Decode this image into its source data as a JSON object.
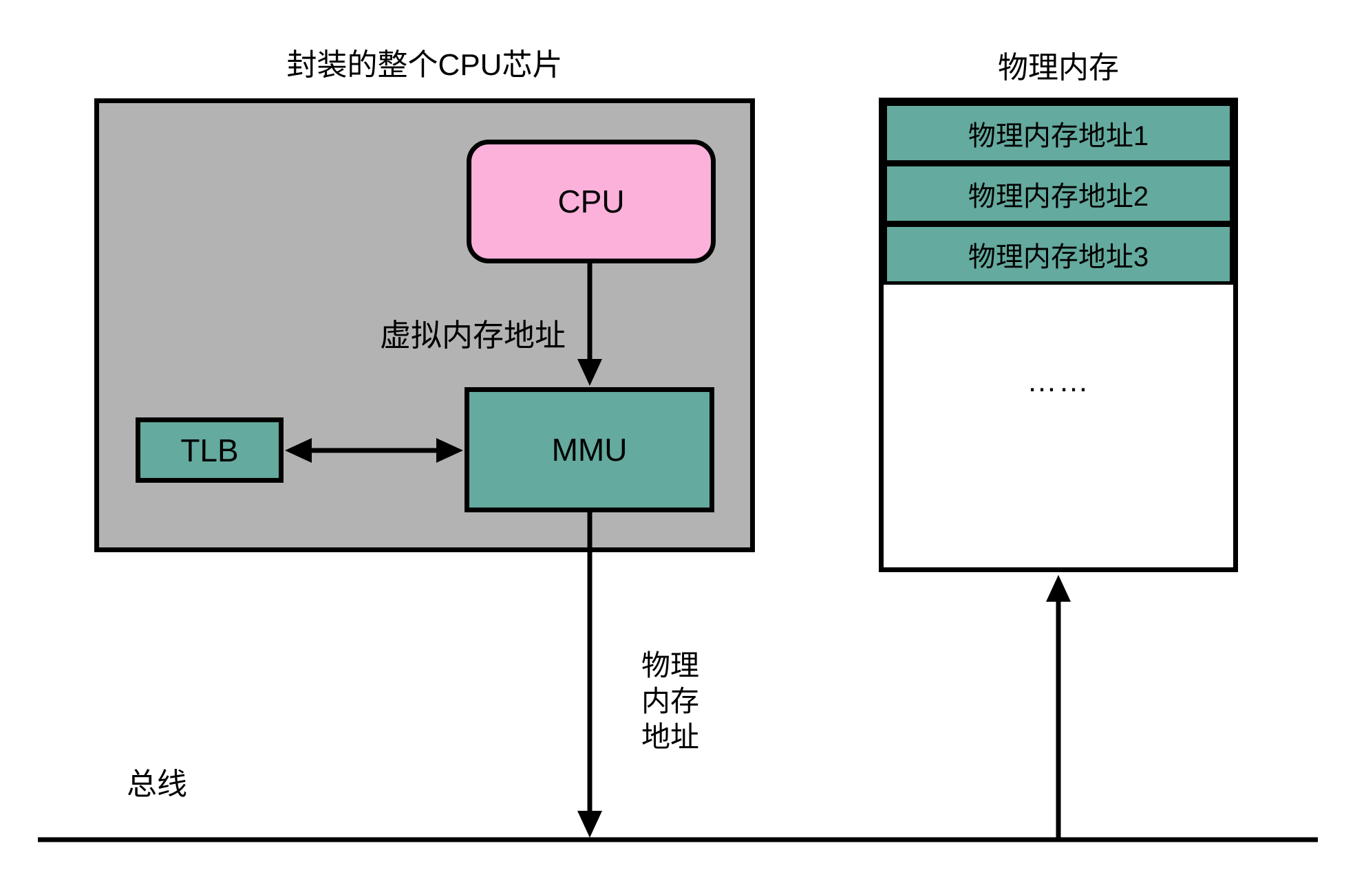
{
  "colors": {
    "chip_fill": "#B3B3B3",
    "cpu_fill": "#FCB1DB",
    "unit_fill": "#64AA9E",
    "memory_fill": "#FFFFFF",
    "line": "#000000",
    "background": "#FFFFFF"
  },
  "chip": {
    "title": "封装的整个CPU芯片",
    "cpu_label": "CPU",
    "virtual_address_label": "虚拟内存地址",
    "mmu_label": "MMU",
    "tlb_label": "TLB"
  },
  "memory": {
    "title": "物理内存",
    "rows": [
      {
        "label": "物理内存地址1"
      },
      {
        "label": "物理内存地址2"
      },
      {
        "label": "物理内存地址3"
      }
    ],
    "ellipsis": "……"
  },
  "bus": {
    "label": "总线"
  },
  "physical_address_label": {
    "lines": [
      "物理",
      "内存",
      "地址"
    ]
  }
}
